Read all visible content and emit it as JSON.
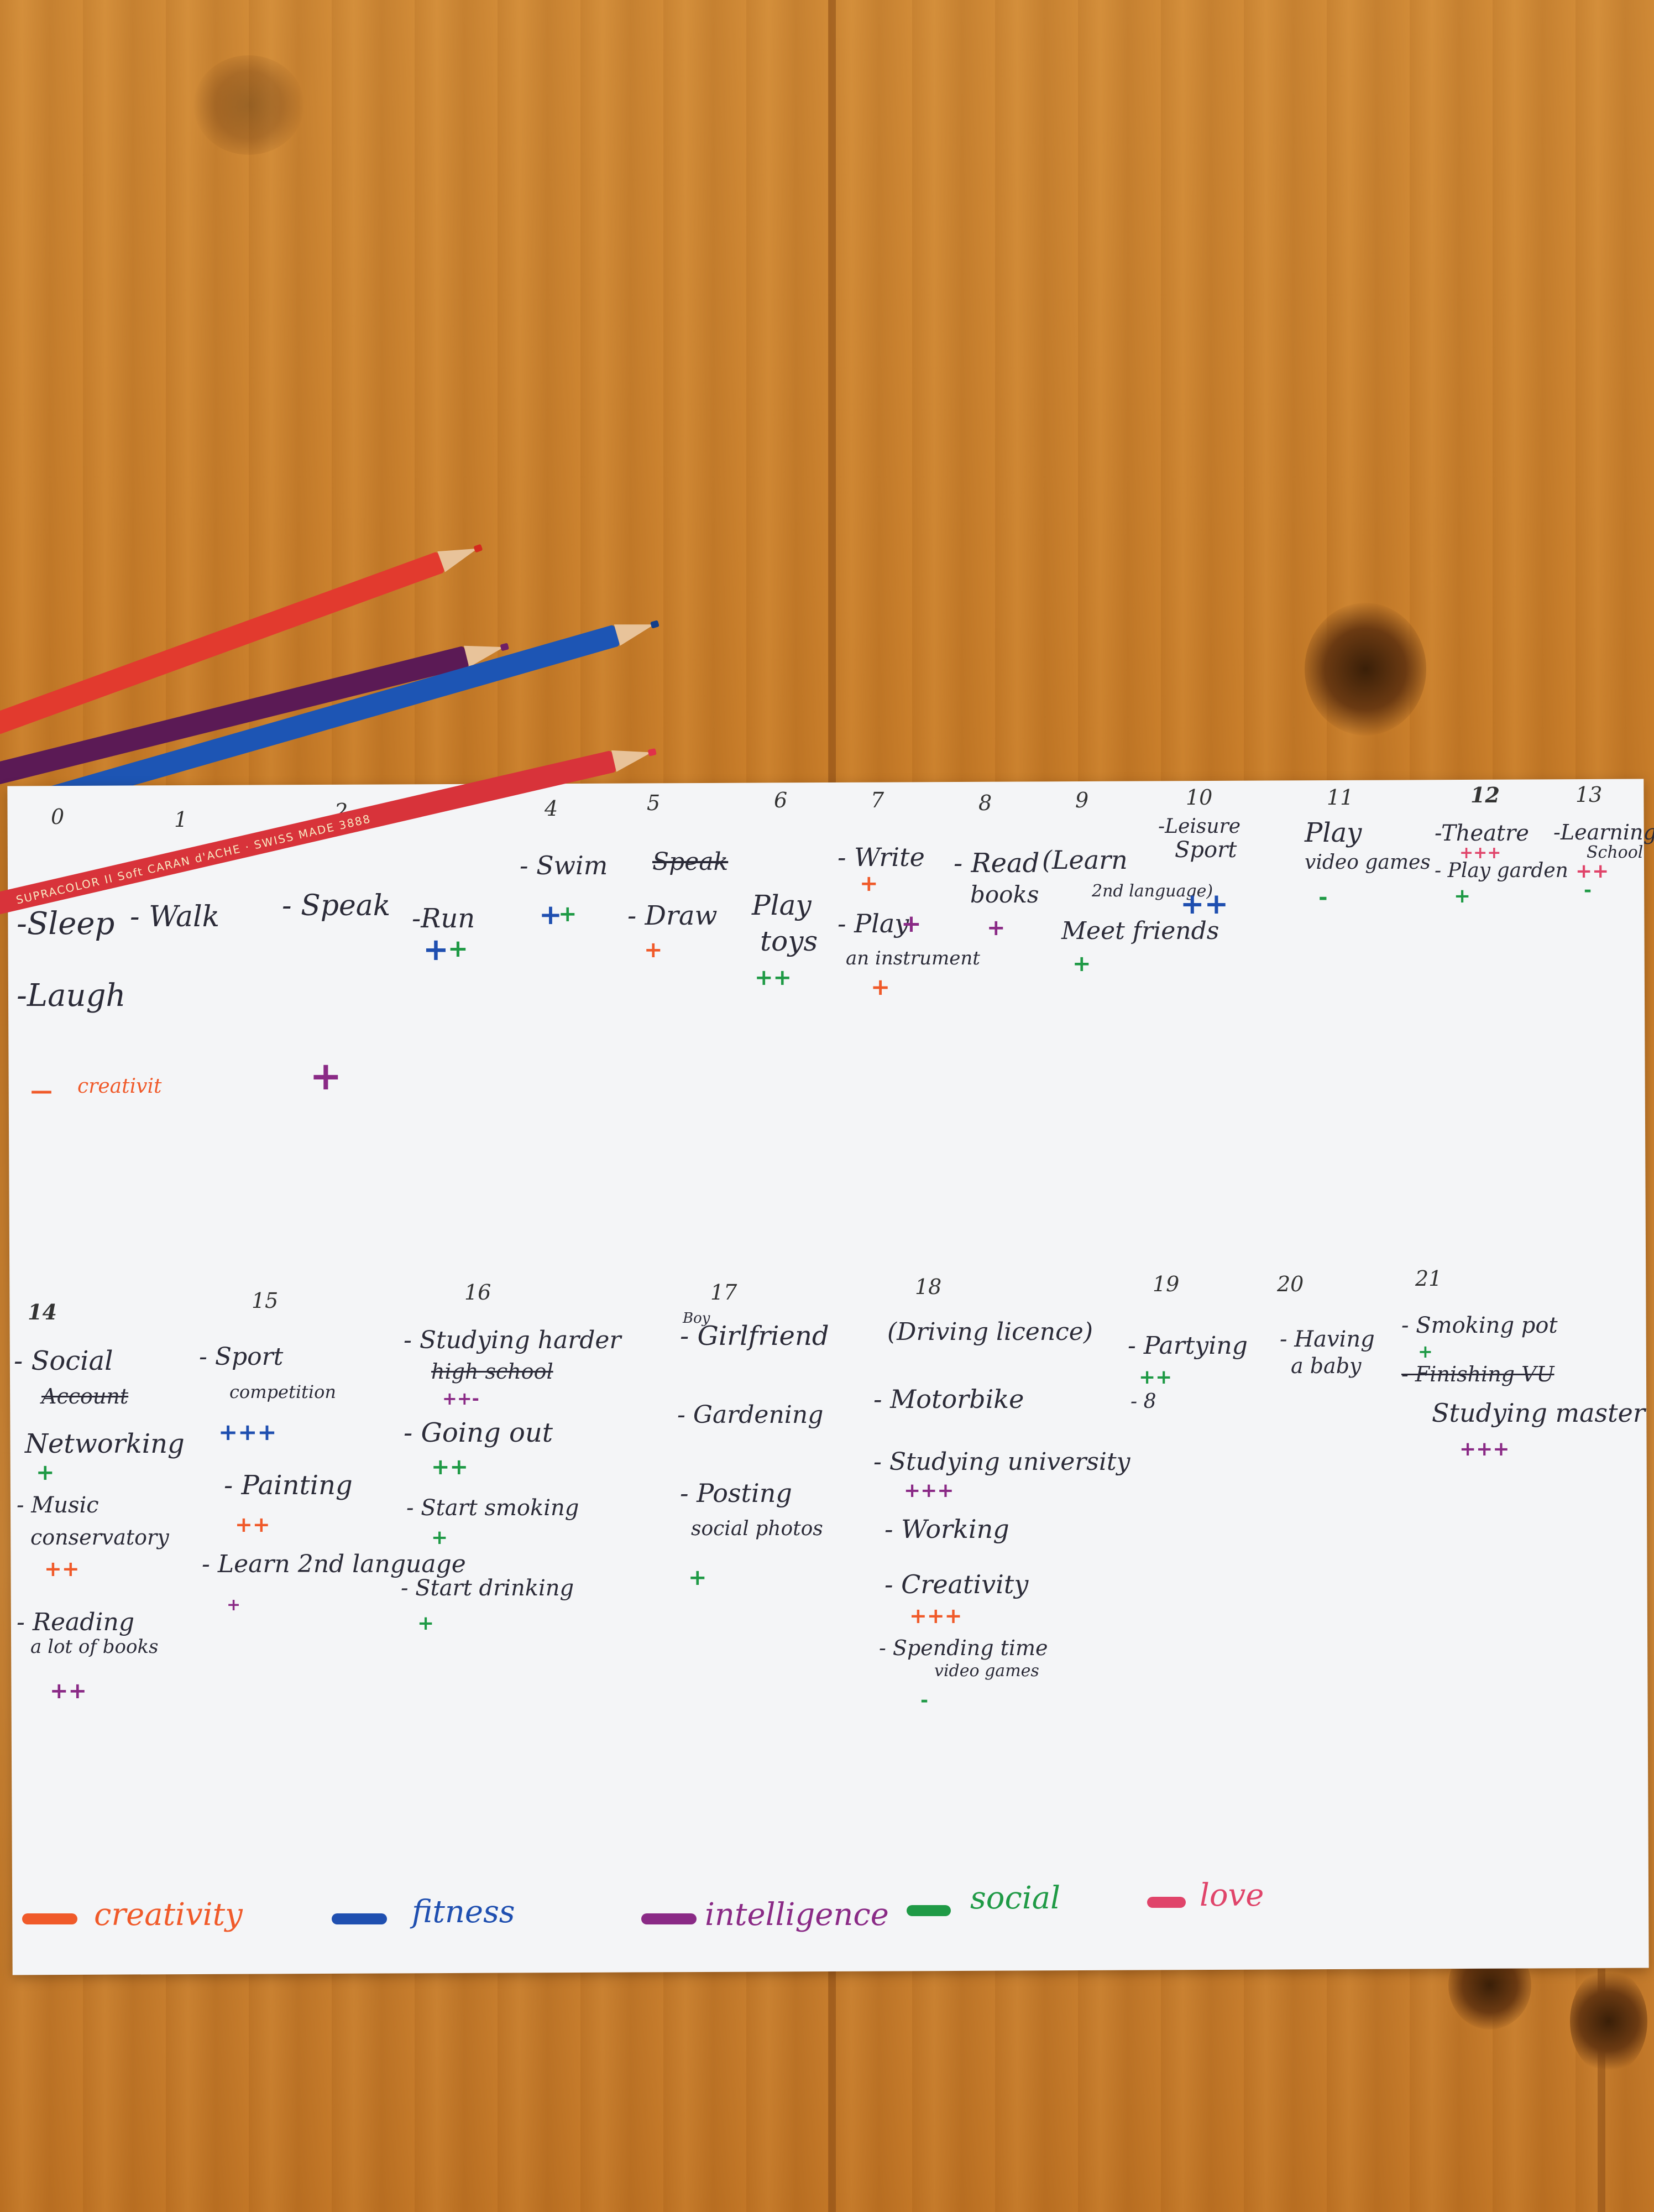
{
  "colors": {
    "creativity": "#f05a2a",
    "fitness": "#1f4fb0",
    "intelligence": "#8a2a86",
    "social": "#1f9a46",
    "love": "#e0446a",
    "ink": "#2b2b38"
  },
  "pencils": {
    "blue_imprint": "SUPRACOLOR II Soft  CARAN d'ACHE · SWISS MADE  3888"
  },
  "timeline_top": {
    "ages": [
      "0",
      "1",
      "2",
      "4",
      "5",
      "6",
      "7",
      "8",
      "9",
      "10",
      "11",
      "12",
      "13"
    ],
    "col0": {
      "sleep": "-Sleep",
      "laugh": "-Laugh",
      "creativity_note": "creativit"
    },
    "col1": {
      "walk": "- Walk"
    },
    "col2": {
      "speak": "- Speak",
      "speak_mark": "+"
    },
    "col4": {
      "run": "-Run",
      "run_marks_fit": "+",
      "run_marks_soc": "+"
    },
    "col4b": {
      "swim": "- Swim",
      "swim_mark_fit": "+",
      "swim_mark_soc": "+"
    },
    "col5": {
      "speak_crossed": "Speak",
      "draw": "- Draw",
      "draw_mark": "+"
    },
    "col6": {
      "play": "Play",
      "toys": "toys",
      "toys_marks": "++"
    },
    "col7": {
      "write": "- Write",
      "write_mark": "+",
      "play": "- Play",
      "play_mark": "+",
      "instrument": "an instrument",
      "instrument_mark": "+"
    },
    "col8": {
      "read": "- Read",
      "books": "books",
      "books_mark": "+"
    },
    "col9": {
      "learn": "(Learn",
      "language": "2nd language)",
      "meet": "Meet friends",
      "meet_mark": "+"
    },
    "col10": {
      "leisure": "-Leisure",
      "sport": "Sport",
      "sport_marks": "++"
    },
    "col11": {
      "play": "Play",
      "video": "video games",
      "video_mark": "-"
    },
    "col12": {
      "theatre": "-Theatre",
      "theatre_marks": "+++",
      "play_garden": "- Play garden",
      "play_garden_mark": "+"
    },
    "col13": {
      "learning": "-Learning",
      "school": "School",
      "school_marks": "++",
      "school_mark2": "-"
    }
  },
  "timeline_bottom": {
    "ages": [
      "14",
      "15",
      "16",
      "17",
      "18",
      "19",
      "20",
      "21"
    ],
    "col14": {
      "social": "- Social",
      "account": "Account",
      "networking": "Networking",
      "networking_mark": "+",
      "music": "- Music",
      "conservatory": "conservatory",
      "conservatory_marks": "++",
      "reading": "- Reading",
      "books": "a lot of books",
      "books_marks": "++"
    },
    "col15": {
      "sport": "- Sport",
      "competition": "competition",
      "competition_marks": "+++",
      "painting": "- Painting",
      "painting_marks": "++",
      "learn": "- Learn 2nd language",
      "learn_mark": "+"
    },
    "col16": {
      "studying": "- Studying harder",
      "highschool": "high school",
      "highschool_marks": "++-",
      "going": "- Going out",
      "going_marks": "++",
      "smoking": "- Start smoking",
      "smoking_mark": "+",
      "drinking": "- Start drinking",
      "drinking_mark": "+"
    },
    "col17": {
      "boy": "Boy",
      "girlfriend": "- Girlfriend",
      "gardening": "- Gardening",
      "posting": "- Posting",
      "photos": "social photos",
      "photos_mark": "+"
    },
    "col18": {
      "driving": "(Driving licence)",
      "motorbike": "- Motorbike",
      "studying": "- Studying university",
      "studying_marks": "+++",
      "working": "- Working",
      "creativity": "- Creativity",
      "creativity_marks": "+++",
      "spending": "- Spending time",
      "videogames": "video games",
      "videogames_mark": "-"
    },
    "col19": {
      "partying": "- Partying",
      "partying_marks": "++",
      "partying_mark2": "- 8"
    },
    "col20": {
      "baby": "- Having",
      "baby2": "a baby"
    },
    "col21": {
      "smoking": "- Smoking pot",
      "smoking_mark": "+",
      "finishing": "- Finishing VU",
      "master": "Studying master",
      "master_marks": "+++"
    }
  },
  "legend": [
    {
      "label": "creativity",
      "color": "#f05a2a"
    },
    {
      "label": "fitness",
      "color": "#1f4fb0"
    },
    {
      "label": "intelligence",
      "color": "#8a2a86"
    },
    {
      "label": "social",
      "color": "#1f9a46"
    },
    {
      "label": "love",
      "color": "#e0446a"
    }
  ]
}
